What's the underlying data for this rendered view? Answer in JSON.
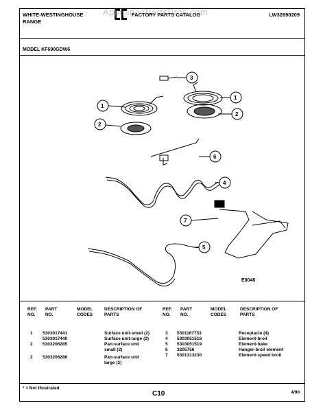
{
  "header": {
    "brand_line1": "WHITE-WESTINGHOUSE",
    "brand_line2": "RANGE",
    "catalog_title": "FACTORY PARTS CATALOG",
    "catalog_number": "LW32690209",
    "watermark": "AppliancePartsPros.com"
  },
  "model_line": "MODEL KF690GDW6",
  "diagram": {
    "code": "E0046",
    "callouts": [
      "1",
      "1",
      "2",
      "2",
      "3",
      "4",
      "5",
      "6",
      "7"
    ]
  },
  "table": {
    "col_headers": {
      "ref_no": "REF. NO.",
      "part_no": "PART NO.",
      "model_codes": "MODEL CODES",
      "description": "DESCRIPTION OF PARTS"
    },
    "left_rows": [
      {
        "ref": "1",
        "part": "5303017441",
        "desc": "Surface unit-small (2)"
      },
      {
        "ref": "",
        "part": "5303017440",
        "desc": "Surface unit-large (2)"
      },
      {
        "ref": "2",
        "part": "5303206285",
        "desc": "Pan-surface unit"
      },
      {
        "ref": "",
        "part": "",
        "desc": "small (2)"
      },
      {
        "ref": "2",
        "part": "5303206286",
        "desc": "Pan-surface unit"
      },
      {
        "ref": "",
        "part": "",
        "desc": "large (2)"
      }
    ],
    "right_rows": [
      {
        "ref": "3",
        "part": "5301167733",
        "desc": "Receptacle (4)"
      },
      {
        "ref": "4",
        "part": "5303051518",
        "desc": "Element-broil"
      },
      {
        "ref": "5",
        "part": "5303051519",
        "desc": "Element-bake"
      },
      {
        "ref": "6",
        "part": "3205756",
        "desc": "Hanger-broil element"
      },
      {
        "ref": "7",
        "part": "5301313230",
        "desc": "Element-speed broil"
      }
    ]
  },
  "footer": {
    "footnote": "* = Not Illustrated",
    "page": "C10",
    "date": "4/90"
  }
}
